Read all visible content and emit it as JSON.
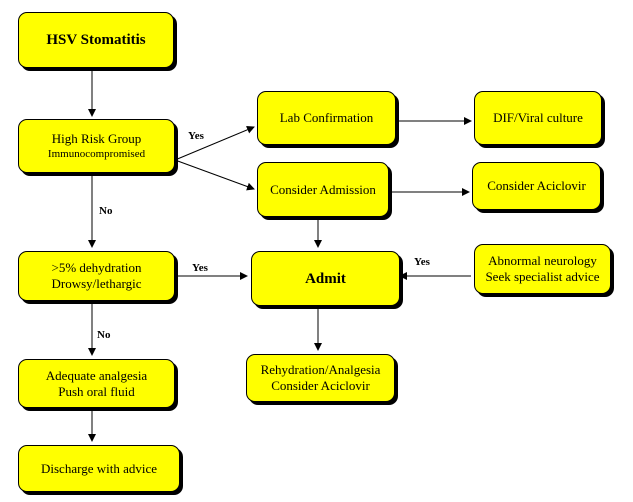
{
  "nodes": {
    "hsv": {
      "title": "HSV Stomatitis"
    },
    "high_risk": {
      "line1": "High Risk Group",
      "line2": "Immunocompromised"
    },
    "lab": {
      "label": "Lab Confirmation"
    },
    "dif": {
      "label": "DIF/Viral culture"
    },
    "consider_admission": {
      "label": "Consider Admission"
    },
    "consider_aciclovir": {
      "label": "Consider Aciclovir"
    },
    "dehydration": {
      "line1": ">5% dehydration",
      "line2": "Drowsy/lethargic"
    },
    "admit": {
      "label": "Admit"
    },
    "neuro": {
      "line1": "Abnormal neurology",
      "line2": "Seek specialist advice"
    },
    "analgesia": {
      "line1": "Adequate analgesia",
      "line2": "Push oral fluid"
    },
    "rehydration": {
      "line1": "Rehydration/Analgesia",
      "line2": "Consider Aciclovir"
    },
    "discharge": {
      "label": "Discharge with advice"
    }
  },
  "edge_labels": {
    "yes_high_risk": "Yes",
    "no_high_risk": "No",
    "yes_dehydration": "Yes",
    "no_dehydration": "No",
    "yes_neuro": "Yes"
  }
}
